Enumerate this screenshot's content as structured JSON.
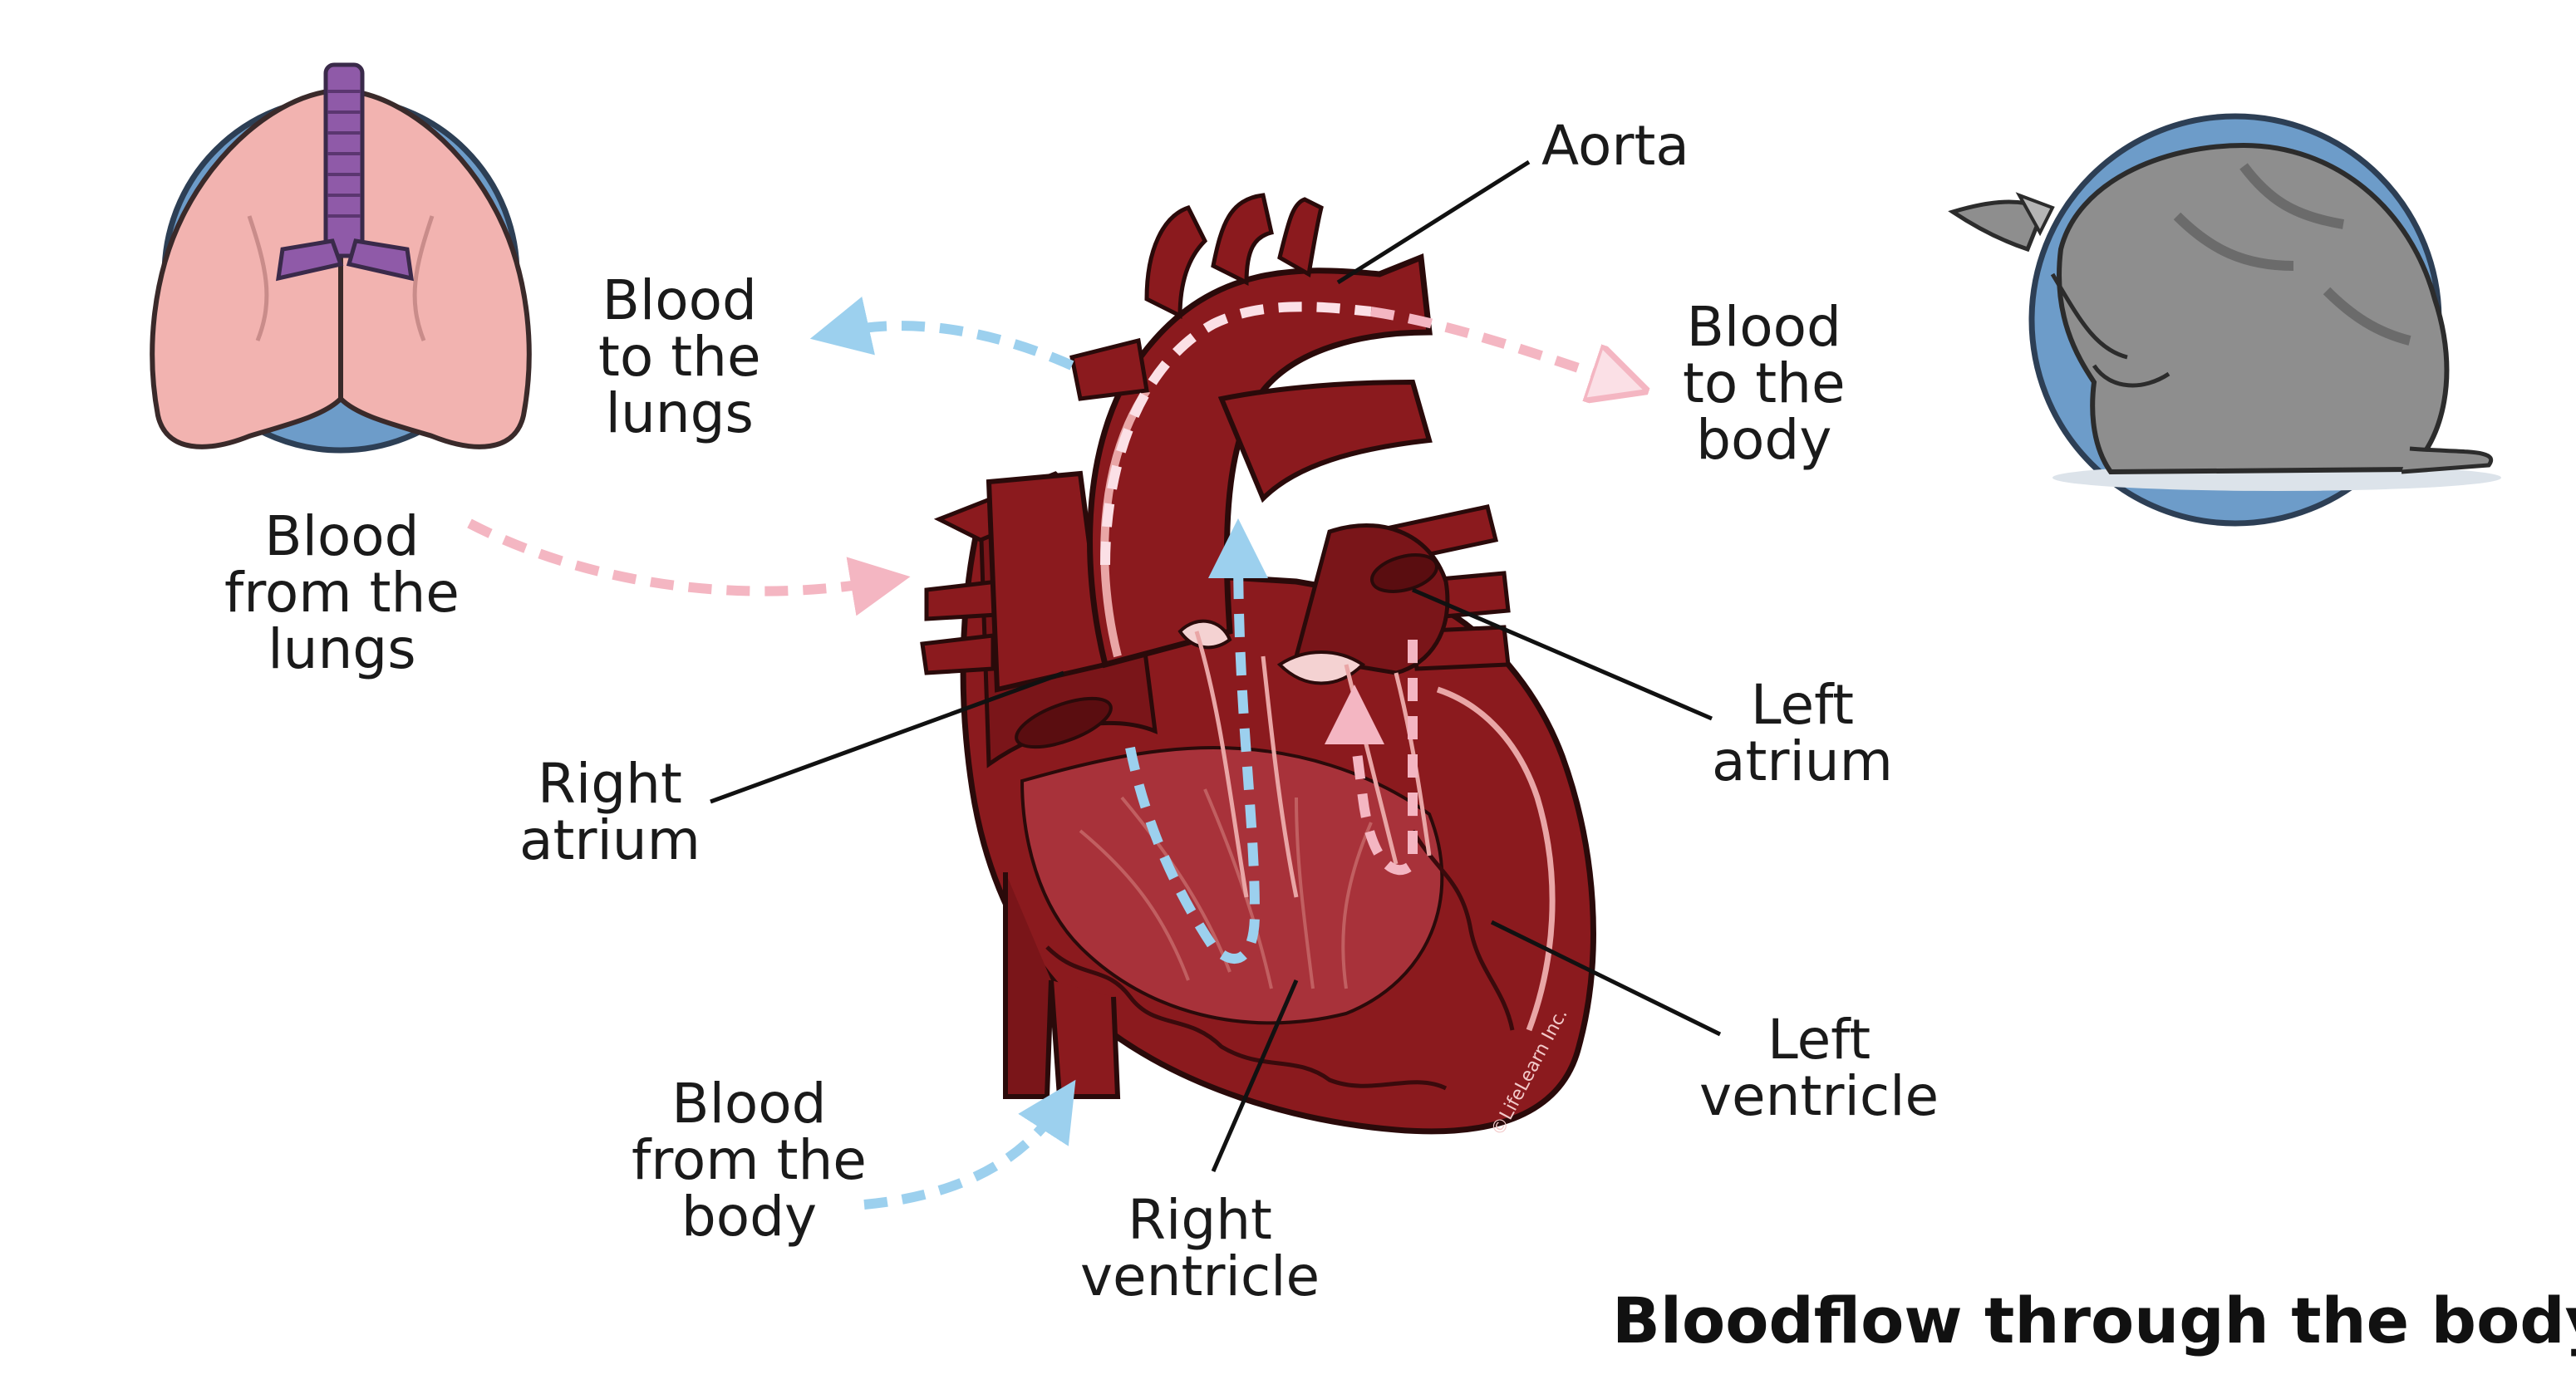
{
  "diagram": {
    "title": "Bloodflow through the body",
    "watermark": "©LifeLearn Inc.",
    "labels": {
      "aorta": "Aorta",
      "blood_to_lungs": [
        "Blood",
        "to the",
        "lungs"
      ],
      "blood_to_body": [
        "Blood",
        "to the",
        "body"
      ],
      "blood_from_lungs": [
        "Blood",
        "from the",
        "lungs"
      ],
      "right_atrium": [
        "Right",
        "atrium"
      ],
      "left_atrium": [
        "Left",
        "atrium"
      ],
      "left_ventricle": [
        "Left",
        "ventricle"
      ],
      "right_ventricle": [
        "Right",
        "ventricle"
      ],
      "blood_from_body": [
        "Blood",
        "from the",
        "body"
      ]
    },
    "colors": {
      "oxygenated_arrow": "#f4b6c2",
      "deoxygenated_arrow": "#9cd0ee",
      "heart_muscle": "#8b1a1e",
      "heart_light": "#e9a6a6",
      "circle_bg": "#6d9cc9",
      "lungs": "#f2b3b0",
      "trachea": "#8f5aa8",
      "cat": "#8e8e8e"
    },
    "icons": [
      "lungs-icon",
      "heart-illustration",
      "cat-icon"
    ]
  }
}
